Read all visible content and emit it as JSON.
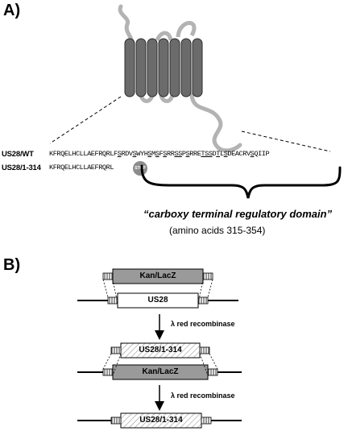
{
  "panel_a": {
    "label": "A)",
    "seq_wt_name": "US28/WT",
    "seq_wt_segments": [
      {
        "t": "KFRQELHCLLAEFRQRLF",
        "u": false
      },
      {
        "t": "S",
        "u": true
      },
      {
        "t": "RDV",
        "u": false
      },
      {
        "t": "S",
        "u": true
      },
      {
        "t": "WYH",
        "u": false
      },
      {
        "t": "S",
        "u": true
      },
      {
        "t": "M",
        "u": false
      },
      {
        "t": "S",
        "u": true
      },
      {
        "t": "F",
        "u": false
      },
      {
        "t": "S",
        "u": true
      },
      {
        "t": "RR",
        "u": false
      },
      {
        "t": "SS",
        "u": true
      },
      {
        "t": "P",
        "u": false
      },
      {
        "t": "S",
        "u": true
      },
      {
        "t": "RRE",
        "u": false
      },
      {
        "t": "TSS",
        "u": true
      },
      {
        "t": "D",
        "u": false
      },
      {
        "t": "T",
        "u": true
      },
      {
        "t": "L",
        "u": false
      },
      {
        "t": "S",
        "u": true
      },
      {
        "t": "DEACRV",
        "u": false
      },
      {
        "t": "S",
        "u": true
      },
      {
        "t": "QIIP",
        "u": false
      }
    ],
    "seq_trunc_name": "US28/1-314",
    "seq_trunc": "KFRQELHCLLAEFRQRL",
    "stop_label": "STOP",
    "domain_title": "“carboxy terminal regulatory domain”",
    "domain_sub": "(amino acids 315-354)"
  },
  "panel_b": {
    "label": "B)",
    "step1_top": "Kan/LacZ",
    "step1_bottom": "US28",
    "step2_top": "US28/1-314",
    "step2_bottom": "Kan/LacZ",
    "step3": "US28/1-314",
    "enzyme_1": "λ red recombinase",
    "enzyme_2": "λ red recombinase"
  },
  "colors": {
    "helix": "#6b6b6b",
    "loop": "#b3b3b3",
    "kan_box": "#9a9a9a",
    "stop_badge": "#8c8c8c"
  }
}
